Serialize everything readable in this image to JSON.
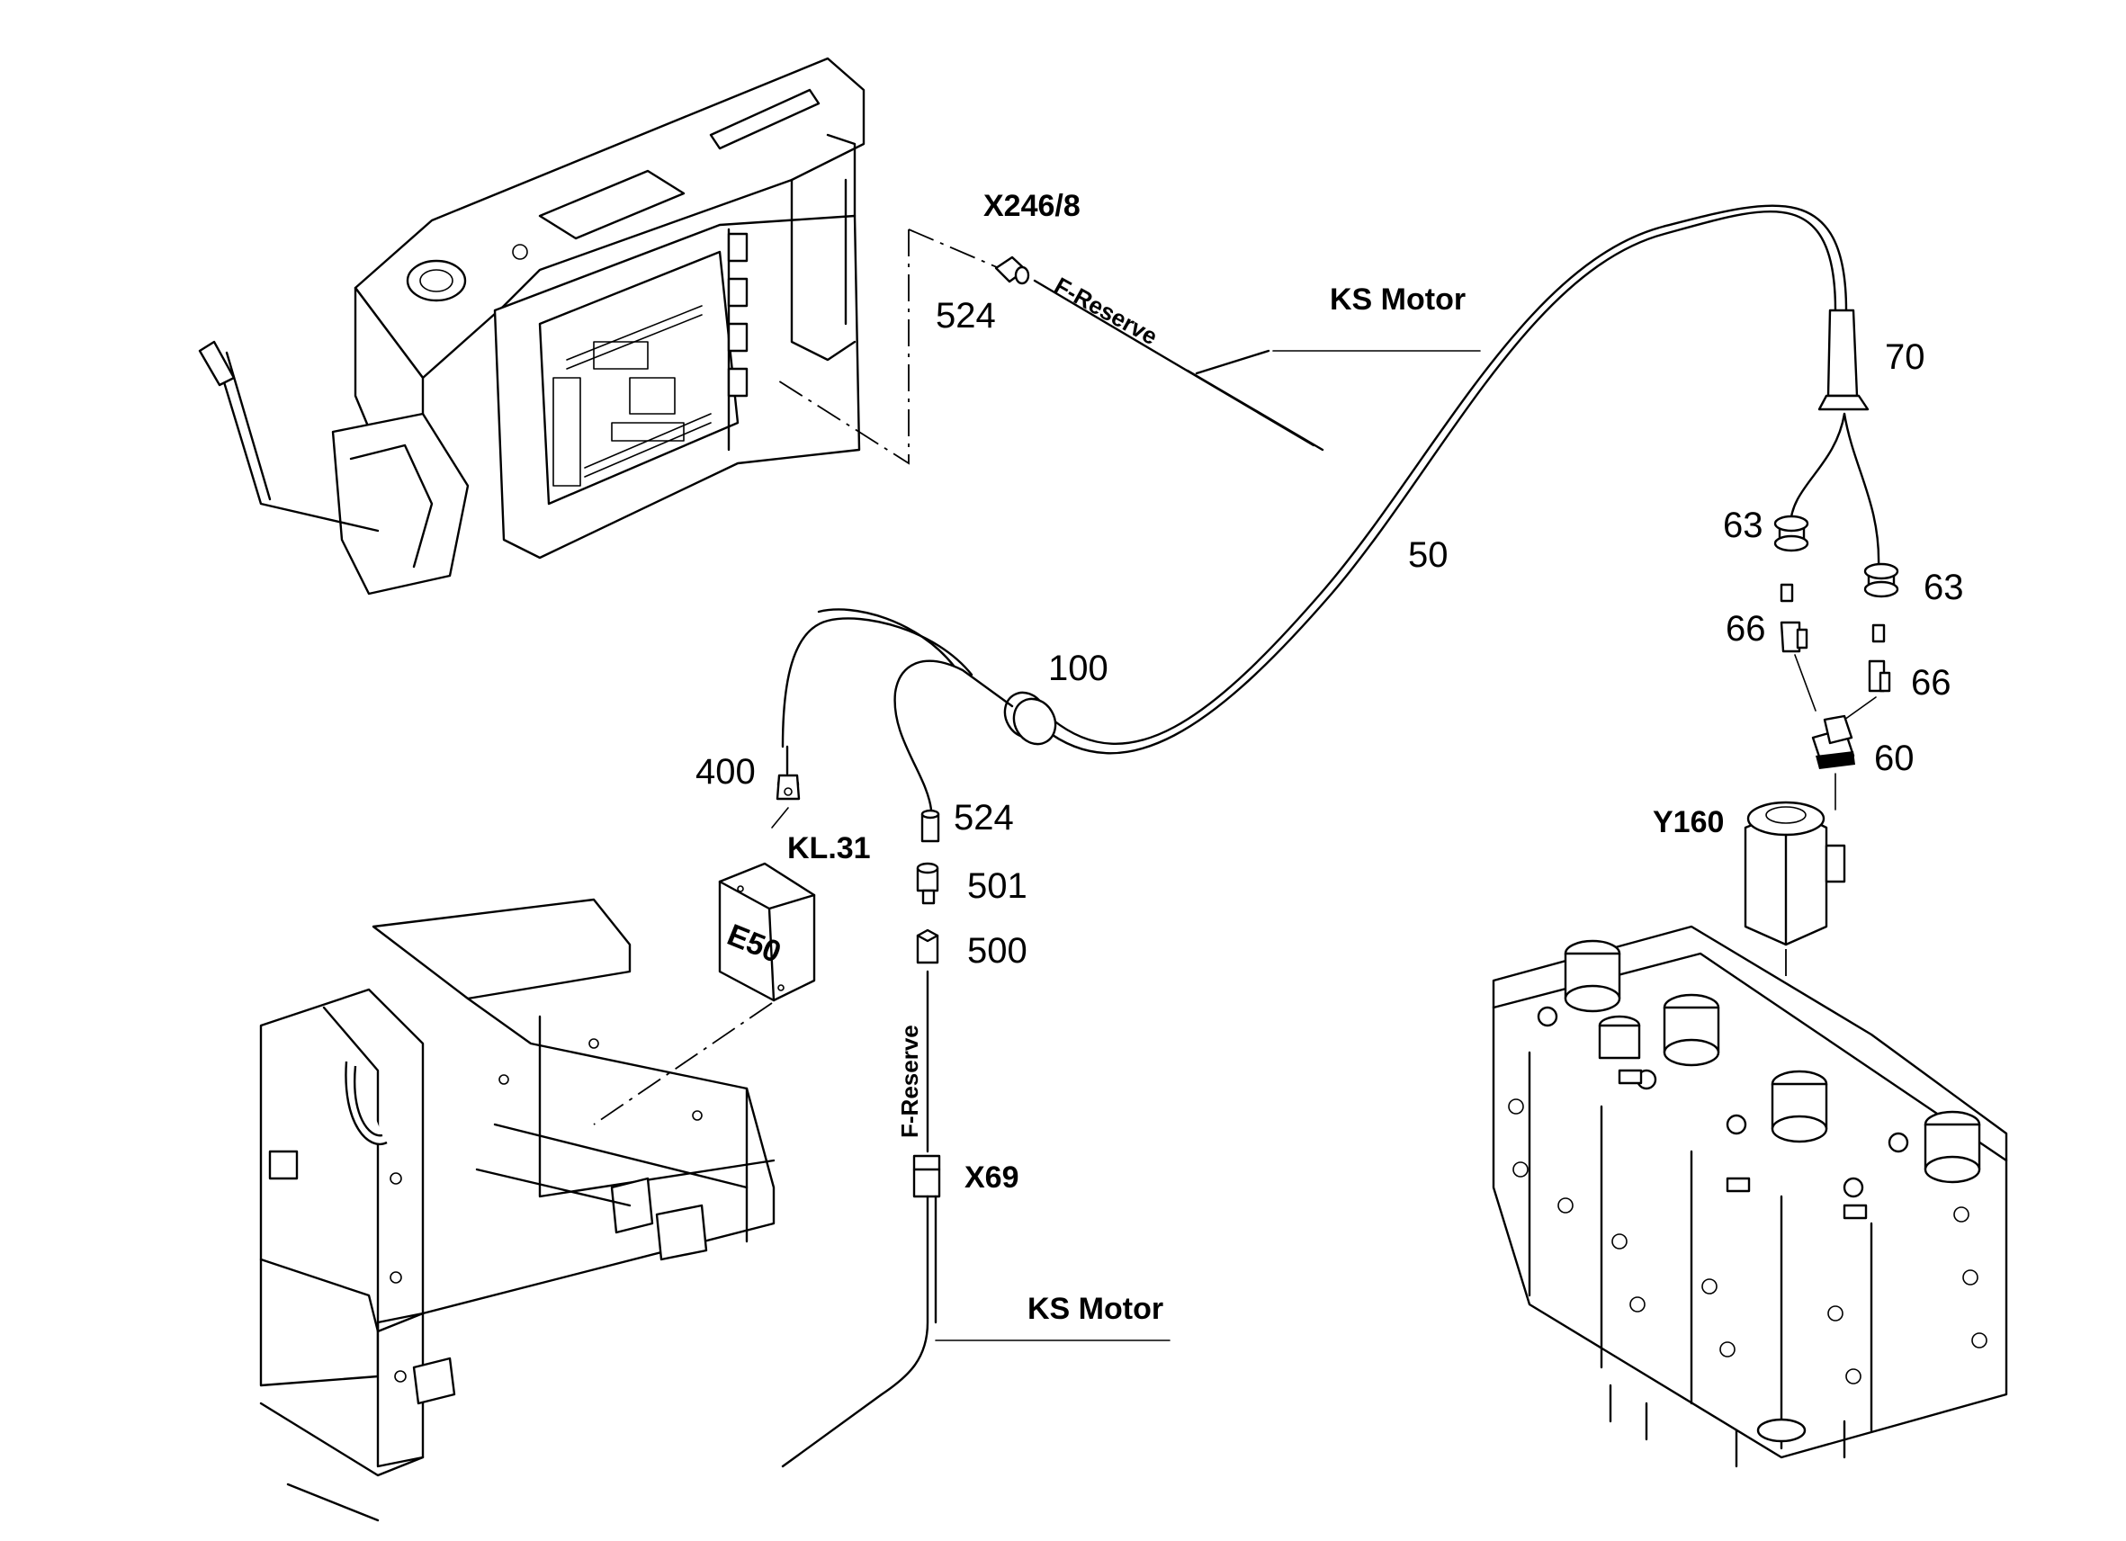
{
  "labels": {
    "x246_8": "X246/8",
    "ref_524_top": "524",
    "f_reserve_top": "F-Reserve",
    "ks_motor_top": "KS Motor",
    "ref_70": "70",
    "ref_50": "50",
    "ref_63_left": "63",
    "ref_63_right": "63",
    "ref_66_left": "66",
    "ref_66_right": "66",
    "ref_60": "60",
    "ref_100": "100",
    "y160": "Y160",
    "ref_400": "400",
    "kl31": "KL.31",
    "ref_524": "524",
    "ref_501": "501",
    "ref_500": "500",
    "e50": "E50",
    "f_reserve_bottom": "F-Reserve",
    "x69": "X69",
    "ks_motor_bottom": "KS Motor"
  }
}
